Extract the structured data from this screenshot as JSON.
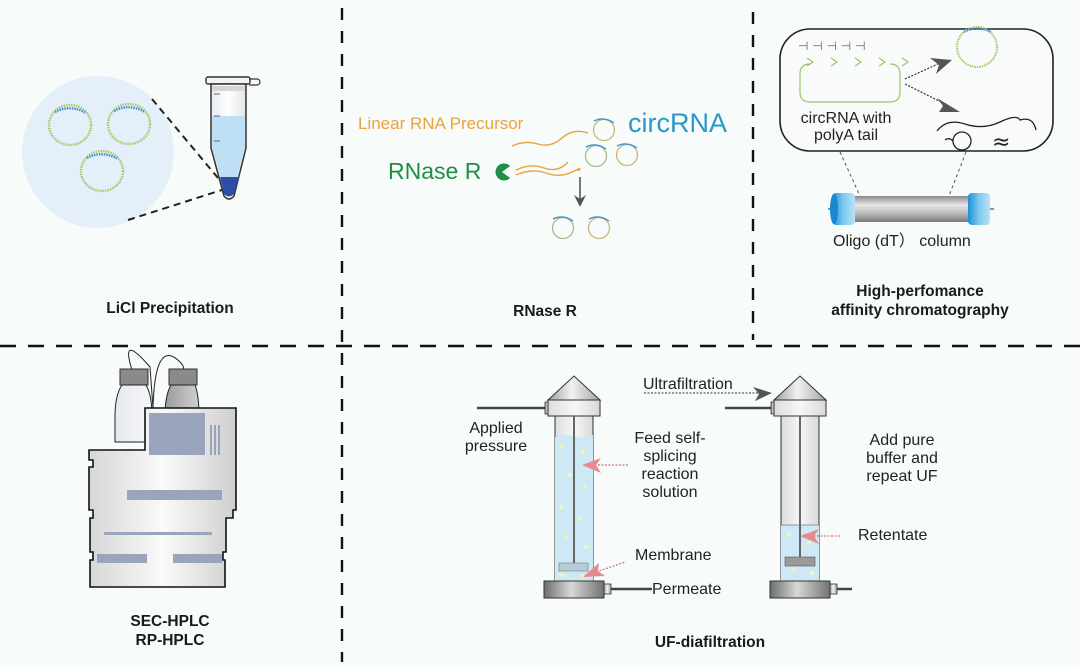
{
  "figure": {
    "panels": [
      {
        "id": "licl",
        "title": "LiCl Precipitation",
        "labels": []
      },
      {
        "id": "rnase-r",
        "title": "RNase R",
        "labels": {
          "linear_precursor": "Linear RNA Precursor",
          "circrna": "circRNA",
          "rnase_r": "RNase R"
        }
      },
      {
        "id": "affinity",
        "title_line1": "High-perfomance",
        "title_line2": "affinity chromatography",
        "labels": {
          "circ_polya_line1": "circRNA with",
          "circ_polya_line2": "polyA tail",
          "column": "Oligo (dT） column",
          "polyT_glyphs": "⊣ ⊣ ⊣ ⊣ ⊣",
          "approx": "≈"
        }
      },
      {
        "id": "hplc",
        "title_line1": "SEC-HPLC",
        "title_line2": "RP-HPLC",
        "labels": []
      },
      {
        "id": "uf",
        "title": "UF-diafiltration",
        "labels": {
          "applied_line1": "Applied",
          "applied_line2": "pressure",
          "feed_line1": "Feed self-",
          "feed_line2": "splicing",
          "feed_line3": "reaction",
          "feed_line4": "solution",
          "membrane": "Membrane",
          "permeate": "Permeate",
          "ultrafiltration": "Ultrafiltration",
          "add_line1": "Add pure",
          "add_line2": "buffer and",
          "add_line3": "repeat UF",
          "retentate": "Retentate"
        }
      }
    ],
    "colors": {
      "background": "#f7fbfa",
      "divider": "#111111",
      "circ_green": "#9cc46a",
      "circ_blue": "#3c8fd0",
      "linear_orange": "#e8a33c",
      "rnase_green": "#1e8f45",
      "circrna_text": "#2a98c8",
      "liquid": "#cfe8f5",
      "pellet": "#2f4fa8",
      "red_arrow": "#e0707a",
      "hplc_panel": "#98a5bd",
      "metal": "#bdbdbd"
    }
  }
}
